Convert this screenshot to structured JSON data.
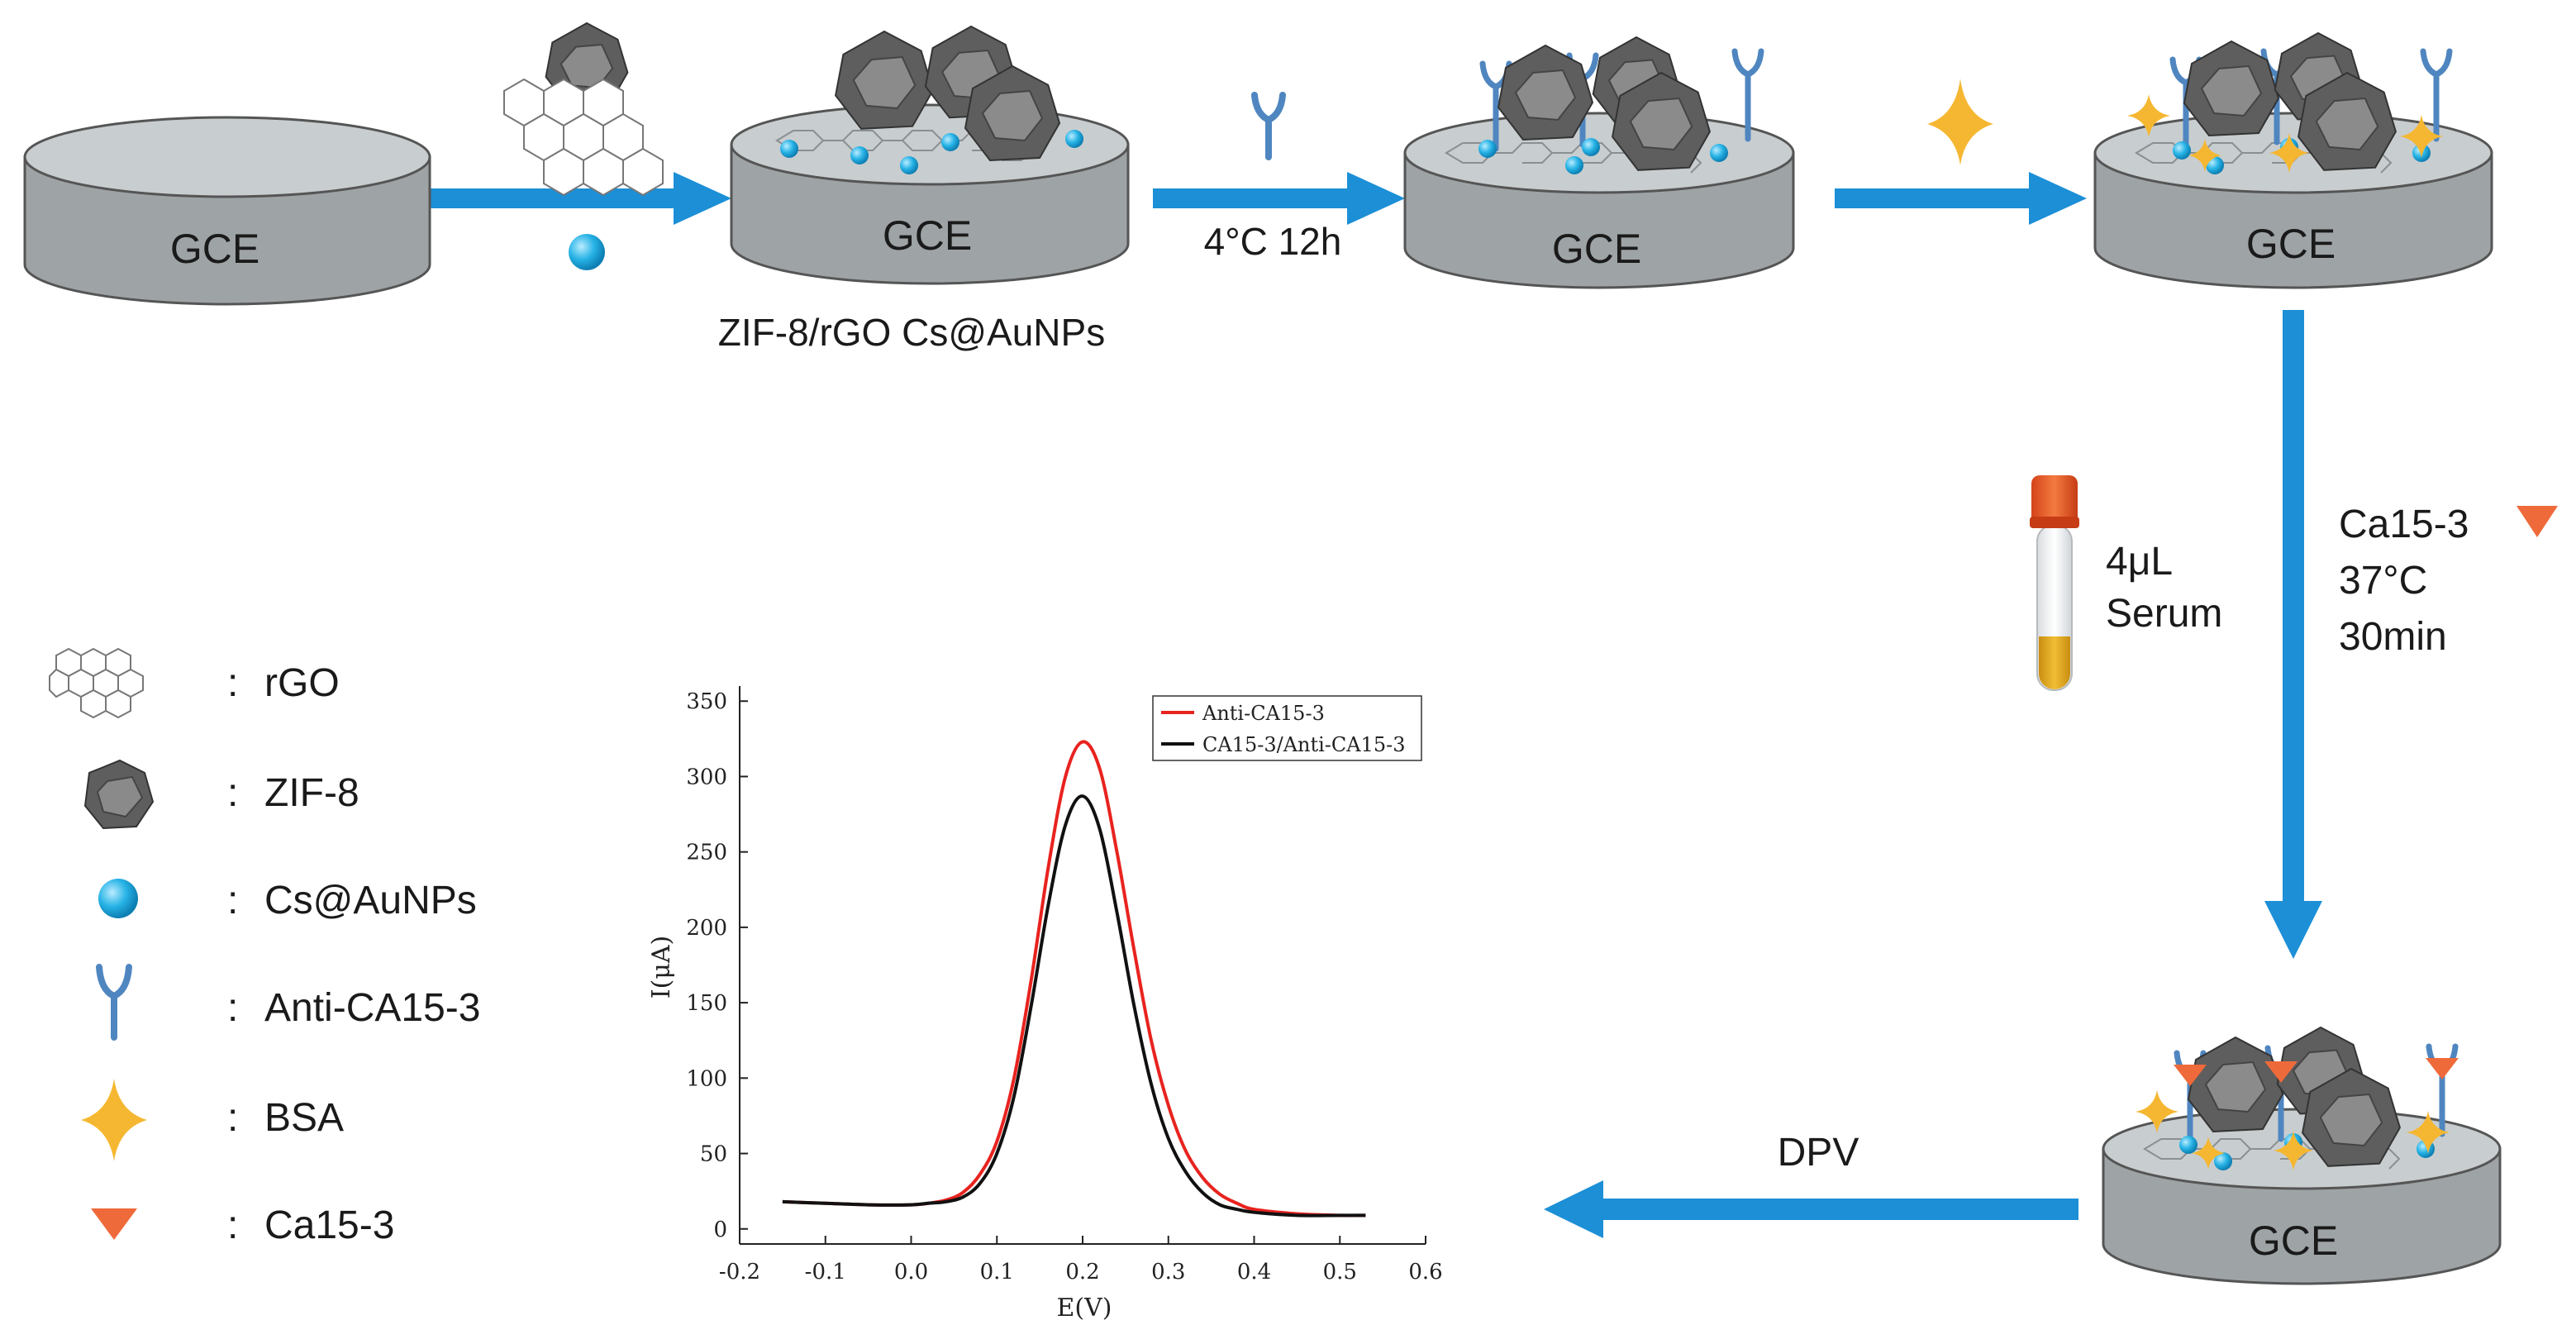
{
  "electrode_label": "GCE",
  "steps": {
    "modification_label": "ZIF-8/rGO Cs@AuNPs",
    "incubation_label": "4°C 12h",
    "serum_line1": "4μL",
    "serum_line2": "Serum",
    "capture_line1": "Ca15-3",
    "capture_line2": "37°C",
    "capture_line3": "30min",
    "detection_label": "DPV"
  },
  "legend": {
    "separator": ":",
    "items": [
      {
        "icon": "rgo-sheet-icon",
        "label": "rGO"
      },
      {
        "icon": "zif8-polyhedron-icon",
        "label": "ZIF-8"
      },
      {
        "icon": "cs-aunp-sphere-icon",
        "label": "Cs@AuNPs"
      },
      {
        "icon": "antibody-icon",
        "label": "Anti-CA15-3"
      },
      {
        "icon": "bsa-star-icon",
        "label": "BSA"
      },
      {
        "icon": "ca153-triangle-icon",
        "label": "Ca15-3"
      }
    ]
  },
  "colors": {
    "arrow": "#1c8fd6",
    "electrode_top": "#c8cdcf",
    "electrode_side": "#9ea3a6",
    "antibody": "#4f86c0",
    "bsa": "#f5b731",
    "antigen": "#ef6a3a",
    "aunp": "#27b3e6",
    "zif8": "#707070"
  },
  "chart_data": {
    "type": "line",
    "xlabel": "E(V)",
    "ylabel": "I(μA)",
    "xlim": [
      -0.2,
      0.6
    ],
    "ylim": [
      -10,
      360
    ],
    "xticks": [
      "-0.2",
      "-0.1",
      "0.0",
      "0.1",
      "0.2",
      "0.3",
      "0.4",
      "0.5",
      "0.6"
    ],
    "yticks": [
      "0",
      "50",
      "100",
      "150",
      "200",
      "250",
      "300",
      "350"
    ],
    "legend_position": "top-right",
    "series": [
      {
        "name": "Anti-CA15-3",
        "color": "#e8231f",
        "x": [
          -0.15,
          -0.1,
          -0.05,
          0.0,
          0.02,
          0.04,
          0.06,
          0.08,
          0.1,
          0.12,
          0.14,
          0.16,
          0.18,
          0.2,
          0.22,
          0.24,
          0.26,
          0.28,
          0.3,
          0.32,
          0.34,
          0.36,
          0.38,
          0.4,
          0.45,
          0.5,
          0.53
        ],
        "y": [
          18,
          17,
          16,
          16,
          17,
          19,
          24,
          36,
          58,
          100,
          165,
          240,
          300,
          323,
          305,
          250,
          185,
          125,
          82,
          52,
          34,
          23,
          17,
          13,
          10,
          9,
          9
        ]
      },
      {
        "name": "CA15-3/Anti-CA15-3",
        "color": "#111111",
        "x": [
          -0.15,
          -0.1,
          -0.05,
          0.0,
          0.02,
          0.04,
          0.06,
          0.08,
          0.1,
          0.12,
          0.14,
          0.16,
          0.18,
          0.2,
          0.22,
          0.24,
          0.26,
          0.28,
          0.3,
          0.32,
          0.34,
          0.36,
          0.38,
          0.4,
          0.45,
          0.5,
          0.53
        ],
        "y": [
          18,
          17,
          16,
          16,
          17,
          18,
          21,
          30,
          50,
          88,
          148,
          215,
          268,
          287,
          265,
          210,
          148,
          96,
          60,
          38,
          24,
          16,
          13,
          11,
          9,
          9,
          9
        ]
      }
    ]
  }
}
